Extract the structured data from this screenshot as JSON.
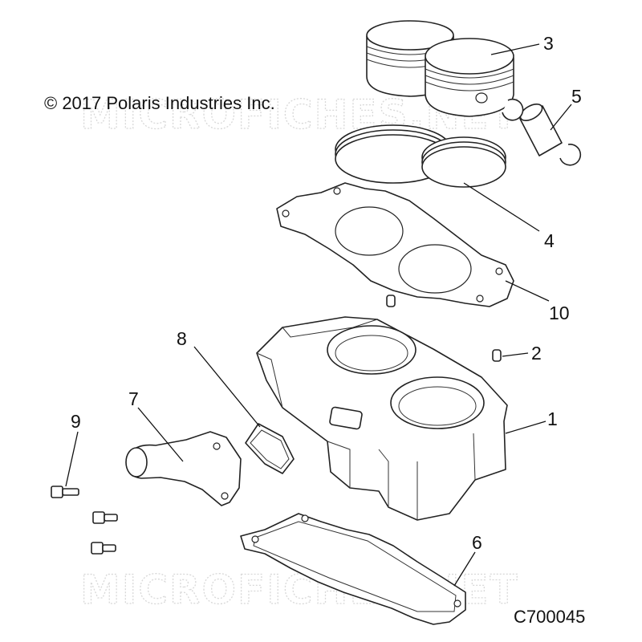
{
  "copyright": "© 2017 Polaris Industries Inc.",
  "watermark": "MICROFICHES.NET",
  "diagram_code": "C700045",
  "callouts": {
    "c1": "1",
    "c2": "2",
    "c3": "3",
    "c4": "4",
    "c5": "5",
    "c6": "6",
    "c7": "7",
    "c8": "8",
    "c9": "9",
    "c10": "10"
  }
}
